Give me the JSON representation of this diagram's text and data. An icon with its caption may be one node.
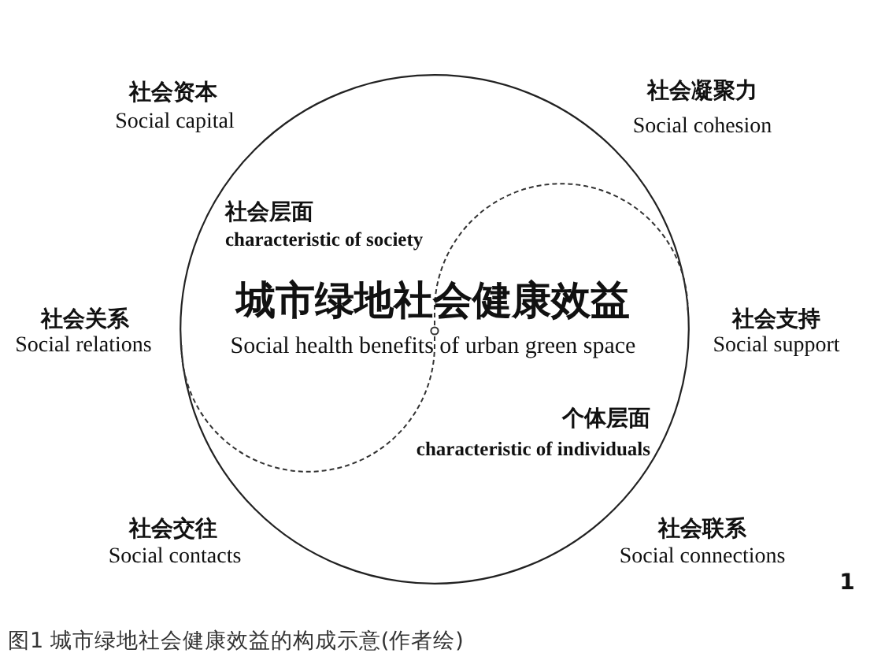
{
  "diagram": {
    "caption": "图1 城市绿地社会健康效益的构成示意(作者绘)",
    "nodes": [
      {
        "text": [
          "城市绿地社会健康效益",
          "Social health benefits of urban green space"
        ]
      },
      {
        "text": [
          "社会层面",
          "characteristic of society"
        ],
        "in": 0
      },
      {
        "text": [
          "个体层面",
          "characteristic of individuals"
        ],
        "in": 0
      }
    ],
    "labels": [
      "社会资本",
      "Social capital",
      "社会凝聚力",
      "Social cohesion",
      "社会关系",
      "Social relations",
      "社会支持",
      "Social support",
      "社会交往",
      "Social contacts",
      "社会联系",
      "Social connections",
      "1"
    ]
  }
}
